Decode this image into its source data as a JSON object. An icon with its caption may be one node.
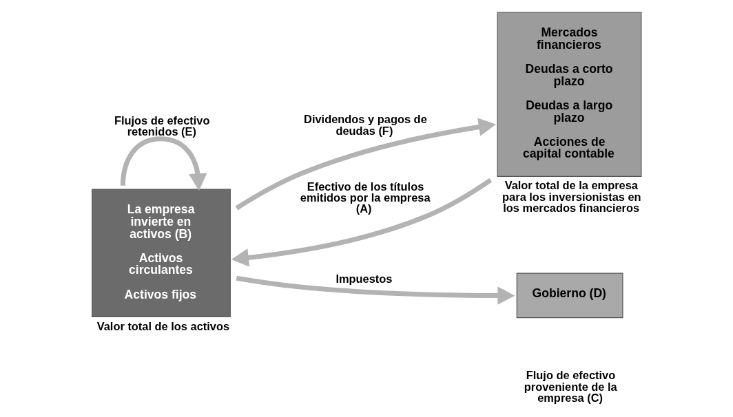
{
  "diagram": {
    "nodes": [
      {
        "text": [
          "La empresa invierte en activos (B)",
          "Activos circulantes",
          "Activos fijos"
        ],
        "beside": [
          "Valor total de los activos"
        ]
      },
      {
        "text": [
          "Mercados financieros",
          "Deudas a corto plazo",
          "Deudas a largo plazo",
          "Acciones de capital contable"
        ],
        "beside": [
          "Valor total de la empresa para los inversionistas en los mercados financieros"
        ]
      },
      {
        "text": [
          "Gobierno (D)"
        ]
      }
    ],
    "edges": [
      {
        "from": 1,
        "to": 0,
        "arrow": "to",
        "label": "Efectivo de los títulos emitidos por la empresa (A)"
      },
      {
        "from": 0,
        "to": 0,
        "arrow": "to",
        "label": "Flujos de efectivo retenidos (E)"
      },
      {
        "from": 0,
        "to": 1,
        "arrow": "to",
        "label": "Dividendos y pagos de deudas (F)"
      },
      {
        "from": 0,
        "to": 2,
        "arrow": "to",
        "label": "Impuestos"
      }
    ],
    "labels": [
      "Flujo de efectivo proveniente de la empresa (C)"
    ]
  }
}
